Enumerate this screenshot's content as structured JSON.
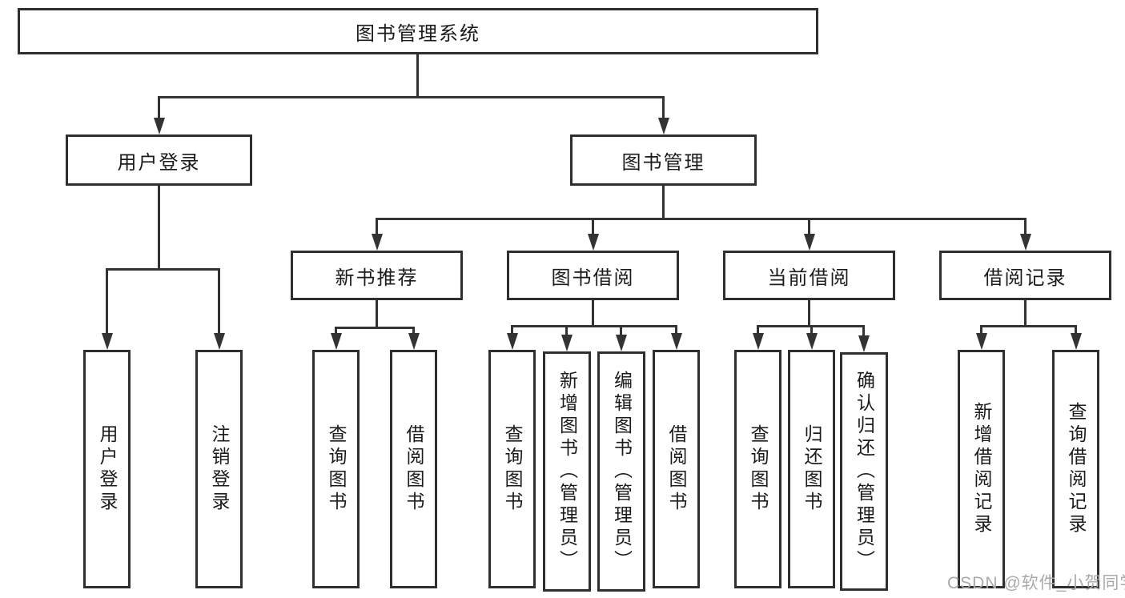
{
  "diagram": {
    "tree": {
      "label": "图书管理系统",
      "children": [
        {
          "label": "用户登录",
          "children": [
            {
              "label": "用户登录"
            },
            {
              "label": "注销登录"
            }
          ]
        },
        {
          "label": "图书管理",
          "children": [
            {
              "label": "新书推荐",
              "children": [
                {
                  "label": "查询图书"
                },
                {
                  "label": "借阅图书"
                }
              ]
            },
            {
              "label": "图书借阅",
              "children": [
                {
                  "label": "查询图书"
                },
                {
                  "label": "新增图书（管理员）"
                },
                {
                  "label": "编辑图书（管理员）"
                },
                {
                  "label": "借阅图书"
                }
              ]
            },
            {
              "label": "当前借阅",
              "children": [
                {
                  "label": "查询图书"
                },
                {
                  "label": "归还图书"
                },
                {
                  "label": "确认归还（管理员）"
                }
              ]
            },
            {
              "label": "借阅记录",
              "children": [
                {
                  "label": "新增借阅记录"
                },
                {
                  "label": "查询借阅记录"
                }
              ]
            }
          ]
        }
      ]
    },
    "colors": {
      "line": "#333333",
      "box_border": "#2f2f2f",
      "text": "#1b1b1b",
      "background": "#ffffff",
      "watermark": "#a9a9a9"
    }
  },
  "watermark": {
    "text": "CSDN @软件_小贺同学"
  }
}
